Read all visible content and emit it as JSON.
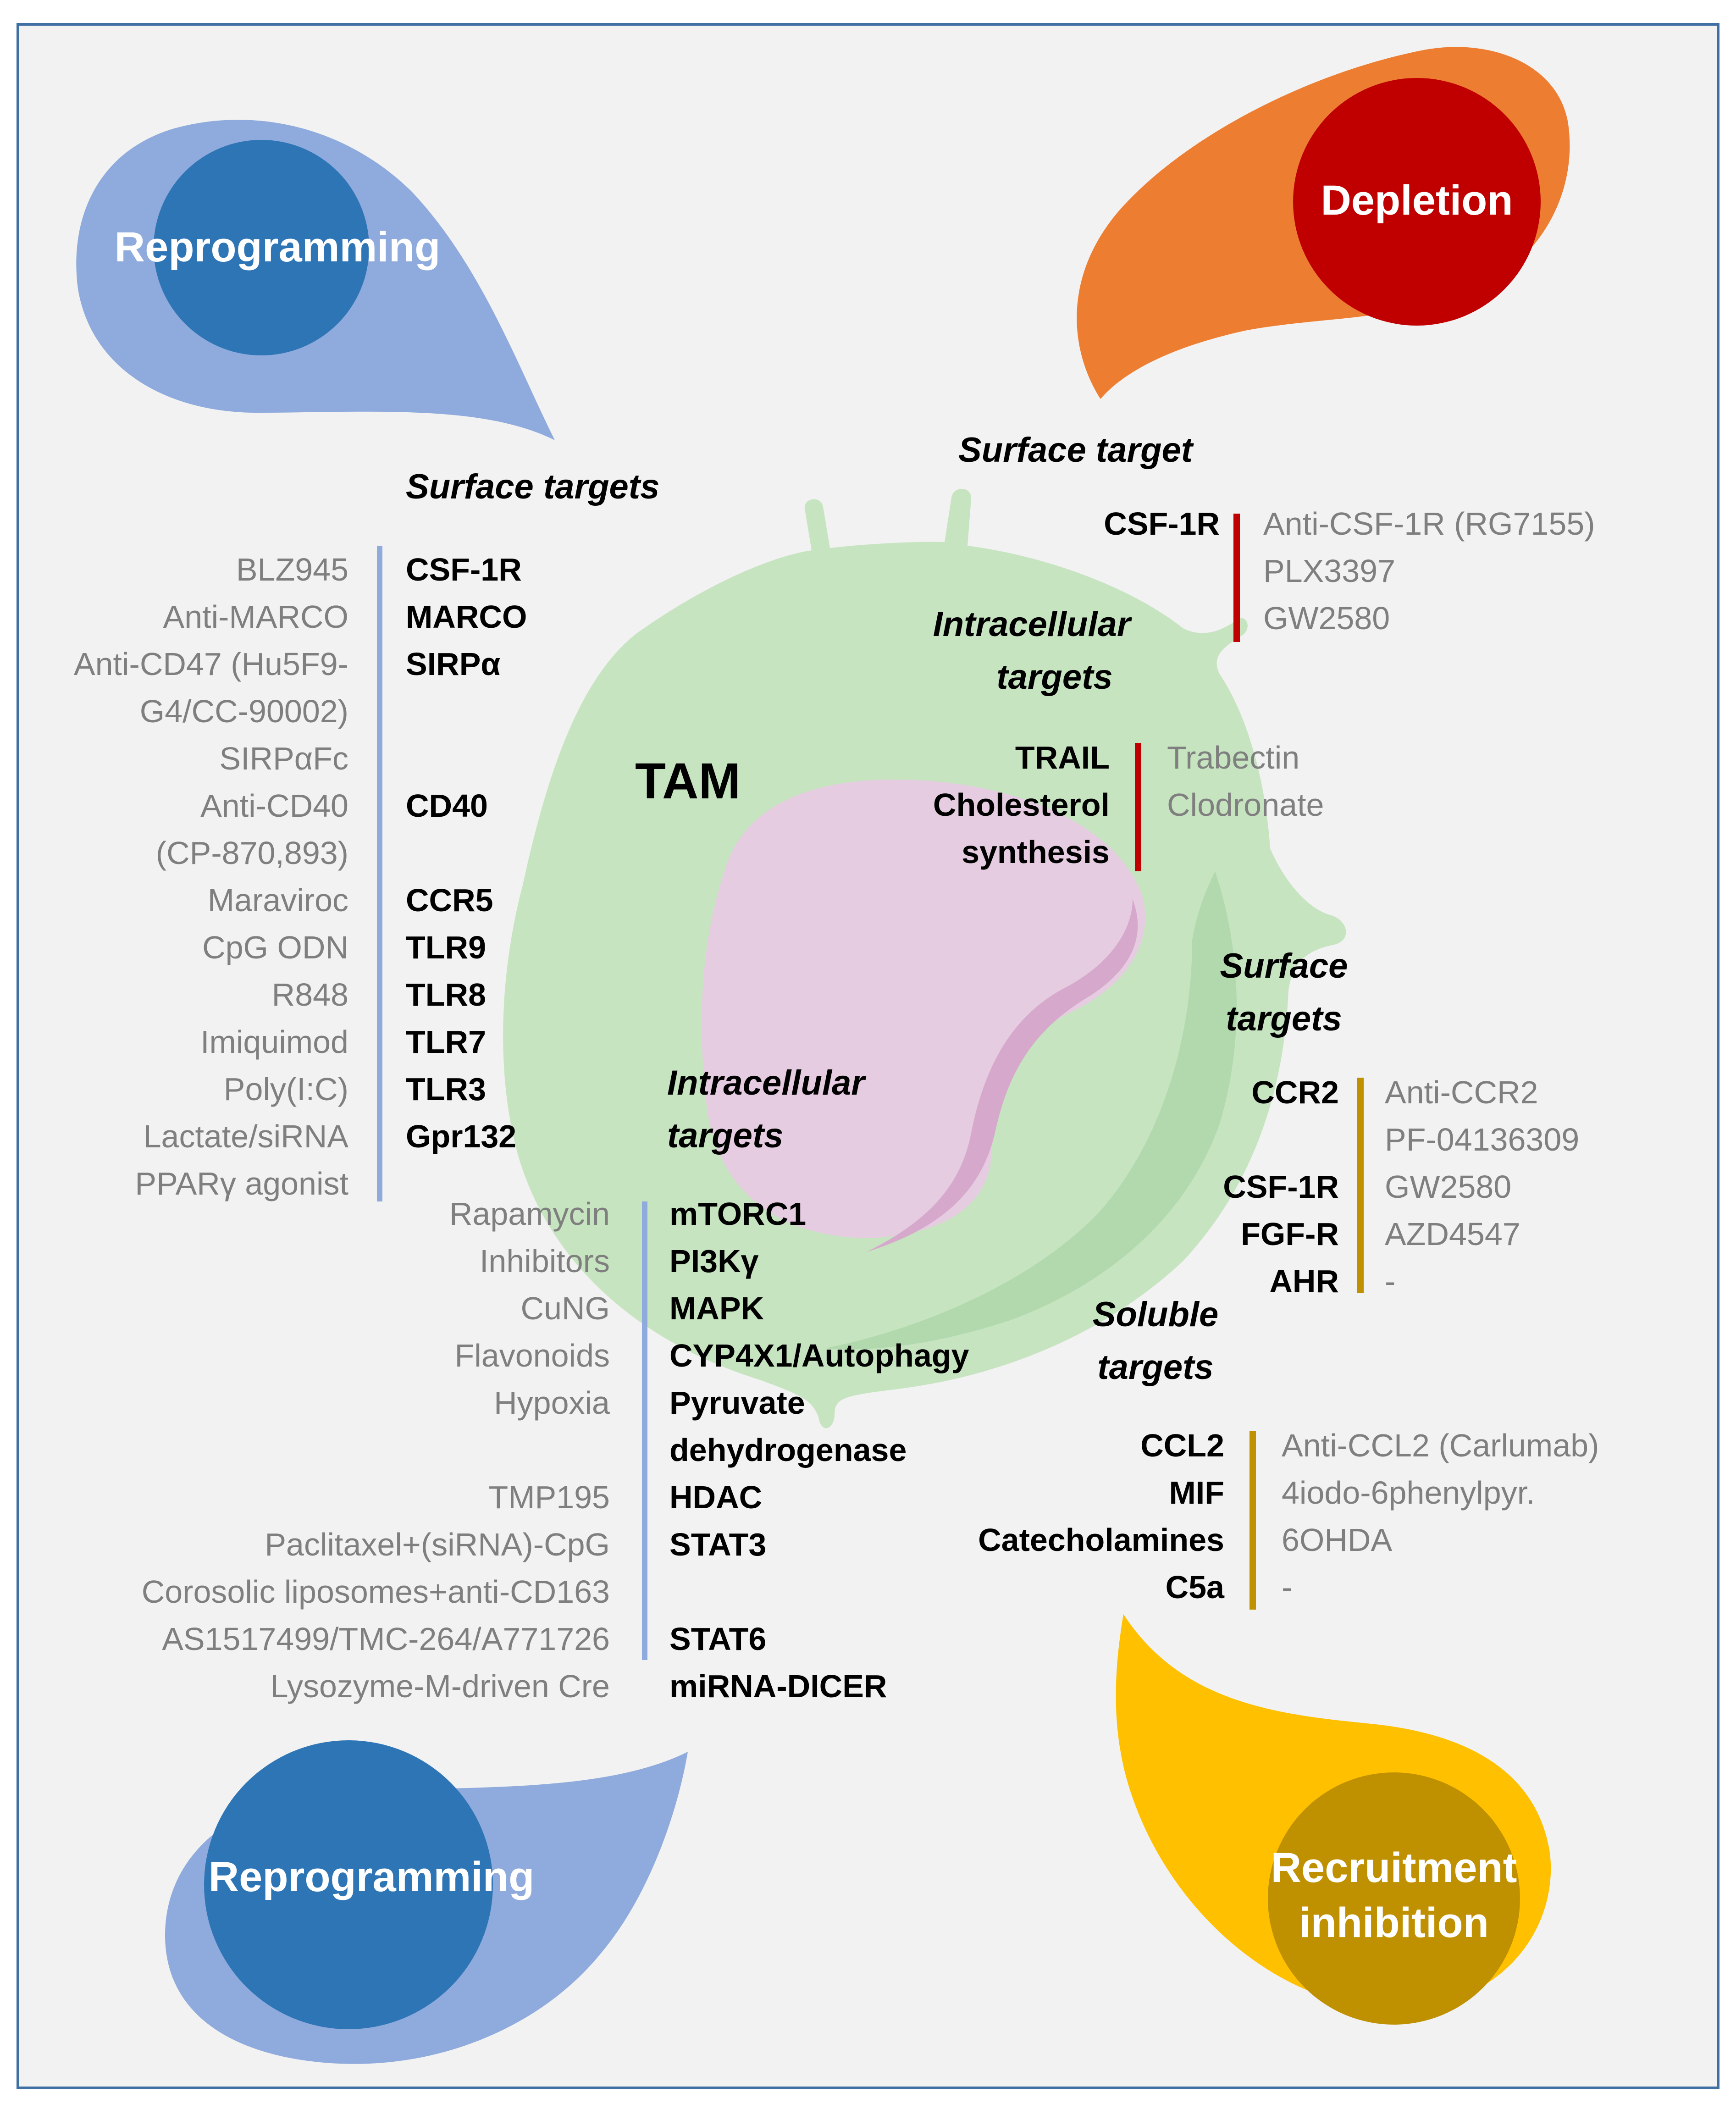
{
  "colors": {
    "background": "#f2f2f2",
    "frame": "#3f6fa3",
    "cell": "#c7e4c1",
    "nucleus": "#e5cce0",
    "reprogramming_outer": "#8faadc",
    "reprogramming_inner": "#2e75b6",
    "depletion_outer": "#ed7d31",
    "depletion_inner": "#c00000",
    "recruitment_outer": "#ffc000",
    "recruitment_inner": "#bf9000",
    "bar_reprogramming": "#8faadc",
    "bar_depletion": "#c00000",
    "bar_recruitment": "#bf9000"
  },
  "strategies": {
    "reprogramming_top": "Reprogramming",
    "depletion": "Depletion",
    "reprogramming_bottom": "Reprogramming",
    "recruitment_line1": "Recruitment",
    "recruitment_line2": "inhibition"
  },
  "cell_label": "TAM",
  "headings": {
    "repro_surface": "Surface targets",
    "depletion_surface": "Surface target",
    "depletion_intracellular_1": "Intracellular",
    "depletion_intracellular_2": "targets",
    "recruit_surface_1": "Surface",
    "recruit_surface_2": "targets",
    "repro_intracellular_1": "Intracellular",
    "repro_intracellular_2": "targets",
    "recruit_soluble_1": "Soluble",
    "recruit_soluble_2": "targets"
  },
  "reprogramming_surface": [
    {
      "drug": "BLZ945",
      "target": "CSF-1R"
    },
    {
      "drug": "Anti-MARCO",
      "target": "MARCO"
    },
    {
      "drug": "Anti-CD47 (Hu5F9-",
      "target": "SIRPα"
    },
    {
      "drug": "G4/CC-90002)",
      "target": ""
    },
    {
      "drug": "SIRPαFc",
      "target": ""
    },
    {
      "drug": "Anti-CD40",
      "target": "CD40"
    },
    {
      "drug": "(CP-870,893)",
      "target": ""
    },
    {
      "drug": "Maraviroc",
      "target": "CCR5"
    },
    {
      "drug": "CpG ODN",
      "target": "TLR9"
    },
    {
      "drug": "R848",
      "target": "TLR8"
    },
    {
      "drug": "Imiquimod",
      "target": "TLR7"
    },
    {
      "drug": "Poly(I:C)",
      "target": "TLR3"
    },
    {
      "drug": "Lactate/siRNA",
      "target": "Gpr132"
    },
    {
      "drug": "PPARγ agonist",
      "target": ""
    }
  ],
  "reprogramming_intracellular": [
    {
      "drug": "Rapamycin",
      "target": "mTORC1"
    },
    {
      "drug": "Inhibitors",
      "target": "PI3Kγ"
    },
    {
      "drug": "CuNG",
      "target": "MAPK"
    },
    {
      "drug": "Flavonoids",
      "target": "CYP4X1/Autophagy"
    },
    {
      "drug": "Hypoxia",
      "target": "Pyruvate"
    },
    {
      "drug": "",
      "target": "dehydrogenase"
    },
    {
      "drug": "TMP195",
      "target": "HDAC"
    },
    {
      "drug": "Paclitaxel+(siRNA)-CpG",
      "target": "STAT3"
    },
    {
      "drug": "Corosolic liposomes+anti-CD163",
      "target": ""
    },
    {
      "drug": "AS1517499/TMC-264/A771726",
      "target": "STAT6"
    },
    {
      "drug": "Lysozyme-M-driven Cre",
      "target": "miRNA-DICER"
    }
  ],
  "depletion_surface": {
    "target": "CSF-1R",
    "drugs": [
      "Anti-CSF-1R (RG7155)",
      "PLX3397",
      "GW2580"
    ]
  },
  "depletion_intracellular": {
    "targets": [
      "TRAIL",
      "Cholesterol",
      "synthesis"
    ],
    "drugs": [
      "Trabectin",
      "Clodronate"
    ]
  },
  "recruitment_surface": [
    {
      "target": "CCR2",
      "drug": "Anti-CCR2"
    },
    {
      "target": "",
      "drug": "PF-04136309"
    },
    {
      "target": "CSF-1R",
      "drug": "GW2580"
    },
    {
      "target": "FGF-R",
      "drug": "AZD4547"
    },
    {
      "target": "AHR",
      "drug": "-"
    }
  ],
  "recruitment_soluble": [
    {
      "target": "CCL2",
      "drug": "Anti-CCL2 (Carlumab)"
    },
    {
      "target": "MIF",
      "drug": "4iodo-6phenylpyr."
    },
    {
      "target": "Catecholamines",
      "drug": "6OHDA"
    },
    {
      "target": "C5a",
      "drug": "-"
    }
  ]
}
